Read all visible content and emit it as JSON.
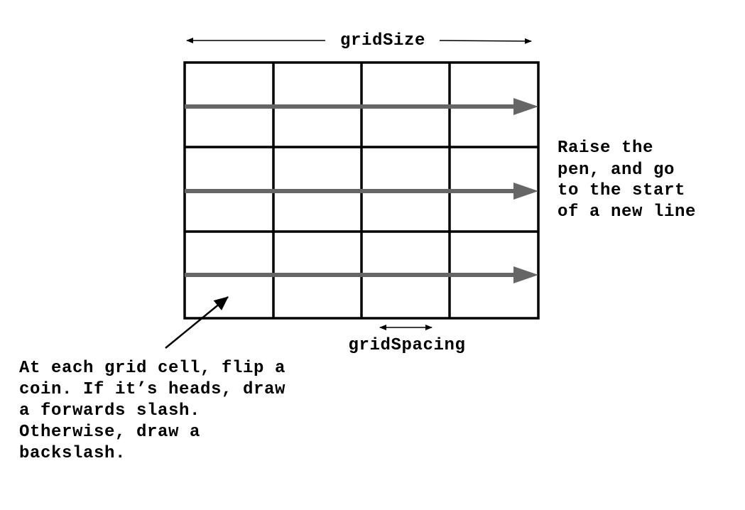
{
  "labels": {
    "grid_size": "gridSize",
    "grid_spacing": "gridSpacing"
  },
  "notes": {
    "right": [
      "Raise the",
      "pen, and go",
      "to the start",
      "of a new line"
    ],
    "left": [
      "At each grid cell, flip a",
      "coin. If it’s heads, draw",
      "a forwards slash.",
      "Otherwise, draw a",
      "backslash."
    ]
  },
  "grid": {
    "columns": 4,
    "rows": 3
  },
  "colors": {
    "grid": "#000000",
    "row_arrows": "#666666"
  }
}
